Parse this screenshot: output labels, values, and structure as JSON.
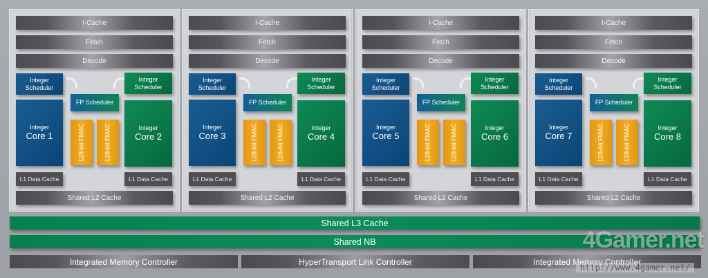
{
  "modules": [
    {
      "icache": "I-Cache",
      "fetch": "Fetch",
      "decode": "Decode",
      "int_sched": "Integer Scheduler",
      "fp_sched": "FP Scheduler",
      "fmac": "128-bit FMAC",
      "core_a_l1": "Integer",
      "core_a_l2": "Core 1",
      "core_b_l1": "Integer",
      "core_b_l2": "Core 2",
      "l1": "L1 Data Cache",
      "l2": "Shared L2 Cache"
    },
    {
      "icache": "I-Cache",
      "fetch": "Fetch",
      "decode": "Decode",
      "int_sched": "Integer Scheduler",
      "fp_sched": "FP Scheduler",
      "fmac": "128-bit FMAC",
      "core_a_l1": "Integer",
      "core_a_l2": "Core 3",
      "core_b_l1": "Integer",
      "core_b_l2": "Core 4",
      "l1": "L1 Data Cache",
      "l2": "Shared L2 Cache"
    },
    {
      "icache": "I-Cache",
      "fetch": "Fetch",
      "decode": "Decode",
      "int_sched": "Integer Scheduler",
      "fp_sched": "FP Scheduler",
      "fmac": "128-bit FMAC",
      "core_a_l1": "Integer",
      "core_a_l2": "Core 5",
      "core_b_l1": "Integer",
      "core_b_l2": "Core 6",
      "l1": "L1 Data Cache",
      "l2": "Shared L2 Cache"
    },
    {
      "icache": "I-Cache",
      "fetch": "Fetch",
      "decode": "Decode",
      "int_sched": "Integer Scheduler",
      "fp_sched": "FP Scheduler",
      "fmac": "128-bit FMAC",
      "core_a_l1": "Integer",
      "core_a_l2": "Core 7",
      "core_b_l1": "Integer",
      "core_b_l2": "Core 8",
      "l1": "L1 Data Cache",
      "l2": "Shared L2 Cache"
    }
  ],
  "shared": {
    "l3": "Shared L3 Cache",
    "nb": "Shared NB"
  },
  "bottom": {
    "imc_left": "Integrated Memory Controller",
    "ht": "HyperTransport Link Controller",
    "imc_right": "Integrated Memory Controller"
  },
  "watermark": {
    "logo": "4Gamer.net",
    "url": "http://www.4gamer.net/"
  },
  "colors": {
    "integer_blue": "#0b4476",
    "integer_green": "#06683d",
    "fmac_orange": "#f1aa22",
    "bar_gray": "#4b4b50",
    "shared_green": "#0b8c5a"
  }
}
